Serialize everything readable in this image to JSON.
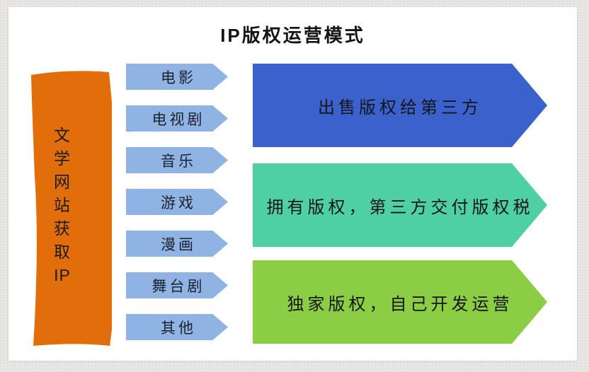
{
  "title": "IP版权运营模式",
  "source": {
    "label": "文学网站获取IP",
    "chars": [
      "文",
      "学",
      "网",
      "站",
      "获",
      "取",
      "IP"
    ]
  },
  "channels": [
    {
      "label": "电影"
    },
    {
      "label": "电视剧"
    },
    {
      "label": "音乐"
    },
    {
      "label": "游戏"
    },
    {
      "label": "漫画"
    },
    {
      "label": "舞台剧"
    },
    {
      "label": "其他"
    }
  ],
  "modes": [
    {
      "label": "出售版权给第三方"
    },
    {
      "label": "拥有版权，第三方交付版权税"
    },
    {
      "label": "独家版权，自己开发运营"
    }
  ],
  "colors": {
    "source_fill": "#e16e0a",
    "channel_fill": "#8fb3e3",
    "mode_fill_1": "#3b62cc",
    "mode_fill_2": "#4fd0a4",
    "mode_fill_3": "#8ccd46",
    "text": "#1b1b1b",
    "canvas_bg": "#e9e8e4",
    "panel_bg": "#ffffff"
  }
}
